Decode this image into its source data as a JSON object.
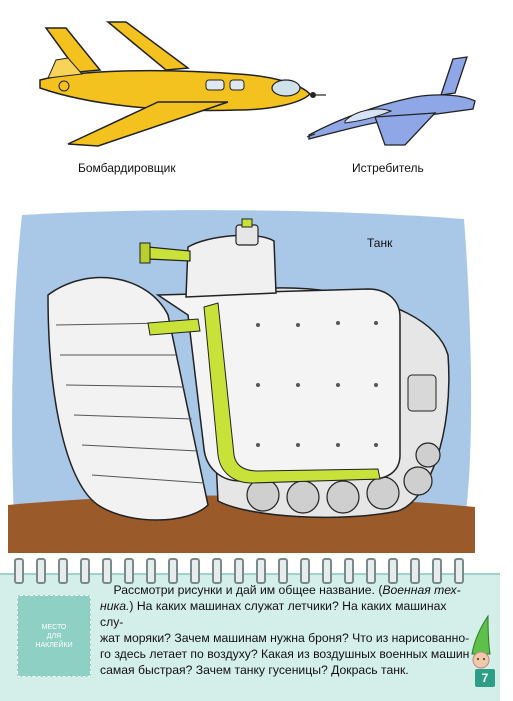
{
  "captions": {
    "bomber": "Бомбардировщик",
    "fighter": "Истребитель",
    "tank": "Танк"
  },
  "sticker": {
    "line1": "МЕСТО",
    "line2": "ДЛЯ",
    "line3": "НАКЛЕЙКИ"
  },
  "task": {
    "line1_a": "Рассмотри рисунки и дай им общее название. (",
    "line1_b": "Военная тех-",
    "line2_a": "ника.",
    "line2_b": ") На каких машинах служат летчики? На каких машинах слу-",
    "line3": "жат моряки? Зачем машинам нужна броня? Что из нарисованно-",
    "line4": "го здесь летает по воздуху? Какая из воздушных военных машин",
    "line5": "самая быстрая? Зачем танку гусеницы? Докрась танк."
  },
  "page_number": "7",
  "colors": {
    "bomber": "#f3c21e",
    "fighter": "#8fa7e6",
    "sky": "#a9c8e8",
    "ground": "#9a5a2a",
    "tank_accent": "#c9e23a",
    "band": "#d4efe9",
    "page_badge": "#2e9f86"
  },
  "icons": [
    "bomber-illustration",
    "fighter-illustration",
    "tank-illustration",
    "gnome-icon"
  ]
}
